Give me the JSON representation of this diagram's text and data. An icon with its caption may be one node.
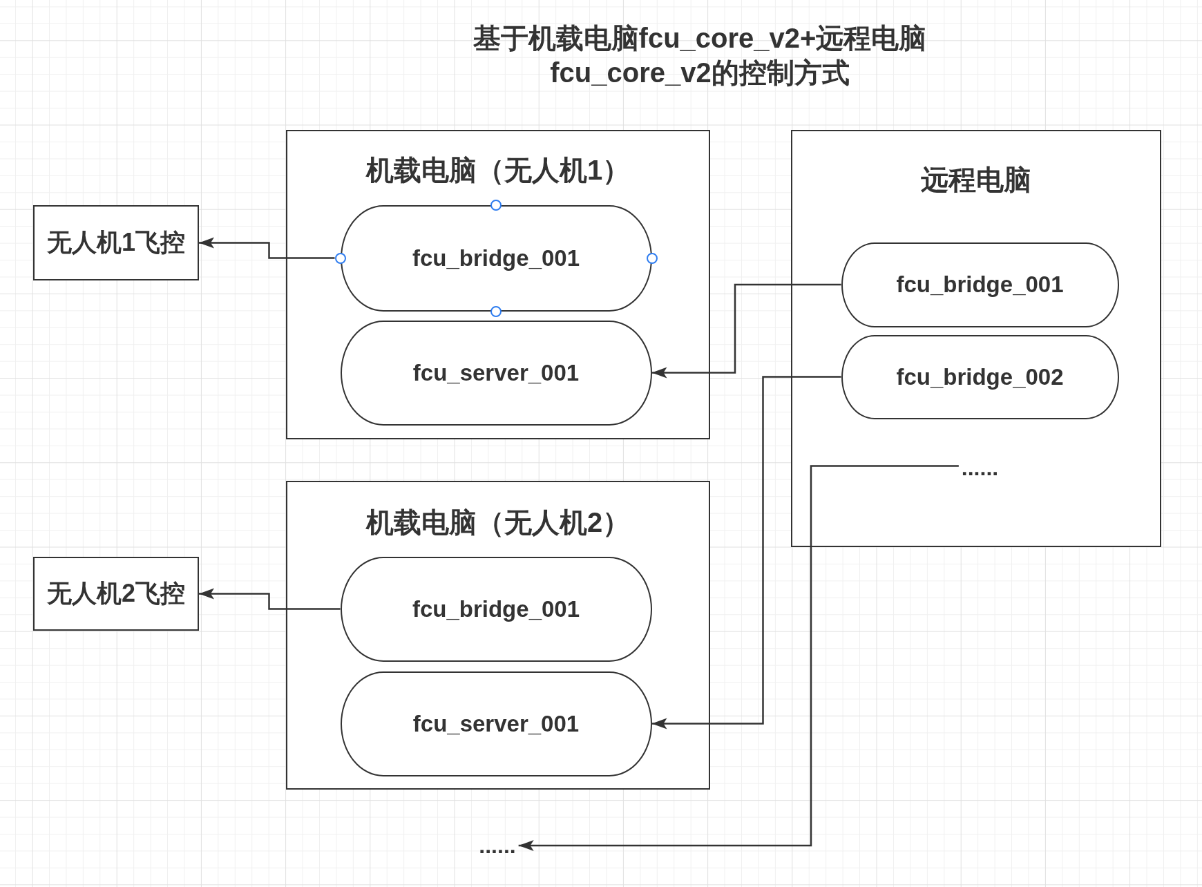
{
  "diagram": {
    "title": "基于机载电脑fcu_core_v2+远程电脑fcu_core_v2的控制方式",
    "nodes": [
      {
        "text": [
          "无人机1飞控"
        ]
      },
      {
        "text": [
          "机载电脑（无人机1）"
        ]
      },
      {
        "text": [
          "fcu_bridge_001"
        ],
        "in": 1
      },
      {
        "text": [
          "fcu_server_001"
        ],
        "in": 1
      },
      {
        "text": [
          "远程电脑"
        ]
      },
      {
        "text": [
          "fcu_bridge_001"
        ],
        "in": 4
      },
      {
        "text": [
          "fcu_bridge_002"
        ],
        "in": 4
      },
      {
        "text": [
          "......"
        ],
        "in": 4
      },
      {
        "text": [
          "无人机2飞控"
        ]
      },
      {
        "text": [
          "机载电脑（无人机2）"
        ]
      },
      {
        "text": [
          "fcu_bridge_001"
        ],
        "in": 9
      },
      {
        "text": [
          "fcu_server_001"
        ],
        "in": 9
      },
      {
        "text": [
          "......"
        ]
      }
    ],
    "edges": [
      {
        "from": 2,
        "to": 0,
        "arrow": "to"
      },
      {
        "from": 5,
        "to": 3,
        "arrow": "to"
      },
      {
        "from": 6,
        "to": 11,
        "arrow": "to"
      },
      {
        "from": 10,
        "to": 8,
        "arrow": "to"
      },
      {
        "from": 7,
        "to": 12,
        "arrow": "to"
      }
    ]
  }
}
